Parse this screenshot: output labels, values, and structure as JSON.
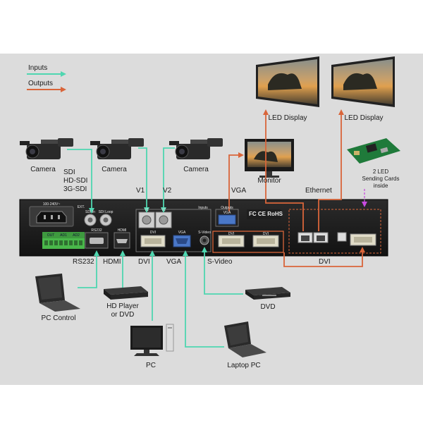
{
  "legend": {
    "inputs": "Inputs",
    "outputs": "Outputs"
  },
  "colors": {
    "inputs": "#4fd6b0",
    "outputs": "#d9653a",
    "chassis": "#1e1e1e",
    "panel_bg": "#dcdcdc",
    "dashed": "#c84be0"
  },
  "devices": {
    "camera_1": "Camera",
    "camera_2": "Camera",
    "camera_3": "Camera",
    "monitor": "Monitor",
    "led_display_1": "LED Display",
    "led_display_2": "LED Display",
    "sending_cards": [
      "2 LED",
      "Sending Cards",
      "inside"
    ],
    "pc_control": "PC Control",
    "hd_player": [
      "HD Player",
      "or DVD"
    ],
    "pc": "PC",
    "laptop": "Laptop PC",
    "dvd": "DVD"
  },
  "signals": {
    "sdi": [
      "SDI",
      "HD-SDI",
      "3G-SDI"
    ],
    "v1": "V1",
    "v2": "V2",
    "vga_out": "VGA",
    "ethernet": "Ethernet",
    "rs232": "RS232",
    "hdmi": "HDMI",
    "dvi_in": "DVI",
    "vga_in": "VGA",
    "s_video": "S-Video",
    "dvi_out": "DVI"
  },
  "panel": {
    "power": "100-240V~",
    "ext": "EXT.",
    "sdi_in": "SDI In",
    "sdi_loop": "SDI Loop",
    "v1": "V1",
    "v2": "V2",
    "inputs": "Inputs",
    "outputs": "Outputs",
    "rs232": "RS232",
    "hdmi": "HDMI",
    "dvi_in": "DVI",
    "vga_in": "VGA",
    "svideo": "S-Video",
    "vga_out": "VGA",
    "dvi_out_1": "DVI",
    "dvi_out_2": "DVI",
    "audio_out": "OUT",
    "audio_ad1": "AD1",
    "audio_ad2": "AD2",
    "compliance": "FC CE RoHS"
  }
}
